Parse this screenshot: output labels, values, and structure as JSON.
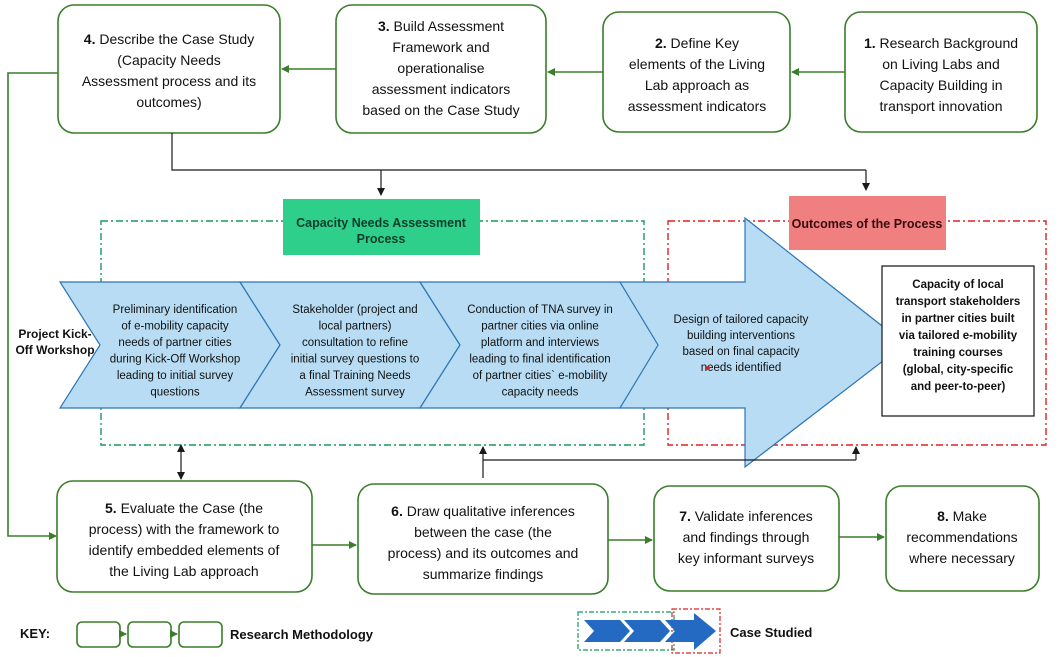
{
  "colors": {
    "box_border": "#3a7d2a",
    "chevron_fill": "#b7dcf3",
    "chevron_stroke": "#2e75b6",
    "cna_label_fill": "#2ecf8b",
    "cna_frame": "#159a60",
    "outcomes_label_fill": "#f07f7f",
    "outcomes_frame": "#e02020",
    "key_arrow_fill": "#2469c2"
  },
  "steps": [
    {
      "num": "1.",
      "lines": [
        "Research Background",
        "on Living Labs and",
        "Capacity Building in",
        "transport innovation"
      ]
    },
    {
      "num": "2.",
      "lines": [
        "Define Key",
        "elements of the Living",
        "Lab approach as",
        "assessment indicators"
      ]
    },
    {
      "num": "3.",
      "lines": [
        "Build Assessment",
        "Framework and",
        "operationalise",
        "assessment indicators",
        "based on the Case Study"
      ]
    },
    {
      "num": "4.",
      "lines": [
        "Describe the Case Study",
        "(Capacity Needs",
        "Assessment process and its",
        "outcomes)"
      ]
    },
    {
      "num": "5.",
      "lines": [
        "Evaluate the Case (the",
        "process) with the framework to",
        "identify embedded elements of",
        "the Living Lab approach"
      ]
    },
    {
      "num": "6.",
      "lines": [
        "Draw qualitative inferences",
        "between the case (the",
        "process) and its outcomes and",
        "summarize findings"
      ]
    },
    {
      "num": "7.",
      "lines": [
        "Validate inferences",
        "and findings through",
        "key informant surveys"
      ]
    },
    {
      "num": "8.",
      "lines": [
        "Make",
        "recommendations",
        "where necessary"
      ]
    }
  ],
  "cna_label": [
    "Capacity Needs Assessment",
    "Process"
  ],
  "outcomes_label": "Outcomes of the Process",
  "kickoff_label": [
    "Project Kick-",
    "Off Workshop"
  ],
  "chevrons": [
    [
      "Preliminary identification",
      "of e-mobility capacity",
      "needs of partner cities",
      "during Kick-Off Workshop",
      "leading to initial survey",
      "questions"
    ],
    [
      "Stakeholder (project and",
      "local partners)",
      "consultation to refine",
      "initial survey questions to",
      "a final Training Needs",
      "Assessment survey"
    ],
    [
      "Conduction of TNA survey in",
      "partner cities via online",
      "platform and interviews",
      "leading to final identification",
      "of partner cities` e-mobility",
      "capacity needs"
    ]
  ],
  "big_arrow_text": [
    "Design of tailored capacity",
    "building interventions",
    "based on final capacity",
    "needs identified"
  ],
  "outcome_box": [
    "Capacity of local",
    "transport stakeholders",
    "in partner cities built",
    "via tailored e-mobility",
    "training courses",
    "(global, city-specific",
    "and peer-to-peer)"
  ],
  "key": {
    "label": "KEY:",
    "methodology": "Research Methodology",
    "case": "Case Studied"
  }
}
